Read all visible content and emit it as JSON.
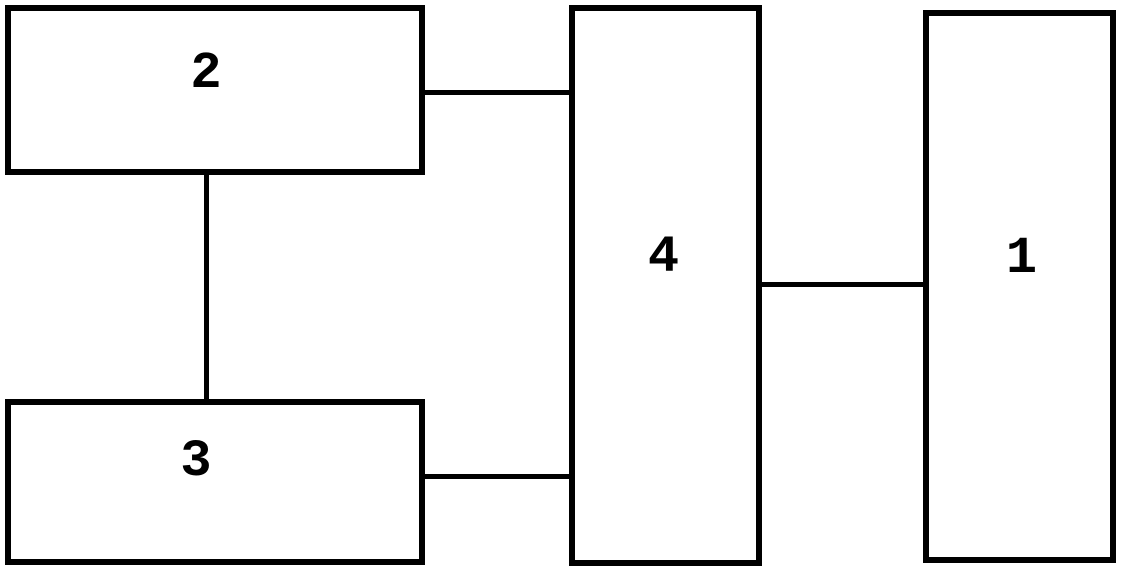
{
  "diagram": {
    "type": "block-diagram",
    "background_color": "#ffffff",
    "line_color": "#000000",
    "nodes": [
      {
        "id": "block-1",
        "label": "1"
      },
      {
        "id": "block-2",
        "label": "2"
      },
      {
        "id": "block-3",
        "label": "3"
      },
      {
        "id": "block-4",
        "label": "4"
      }
    ],
    "edges": [
      {
        "from": "2",
        "to": "4",
        "orientation": "horizontal"
      },
      {
        "from": "3",
        "to": "4",
        "orientation": "horizontal"
      },
      {
        "from": "2",
        "to": "3",
        "orientation": "vertical"
      },
      {
        "from": "4",
        "to": "1",
        "orientation": "horizontal"
      }
    ]
  }
}
